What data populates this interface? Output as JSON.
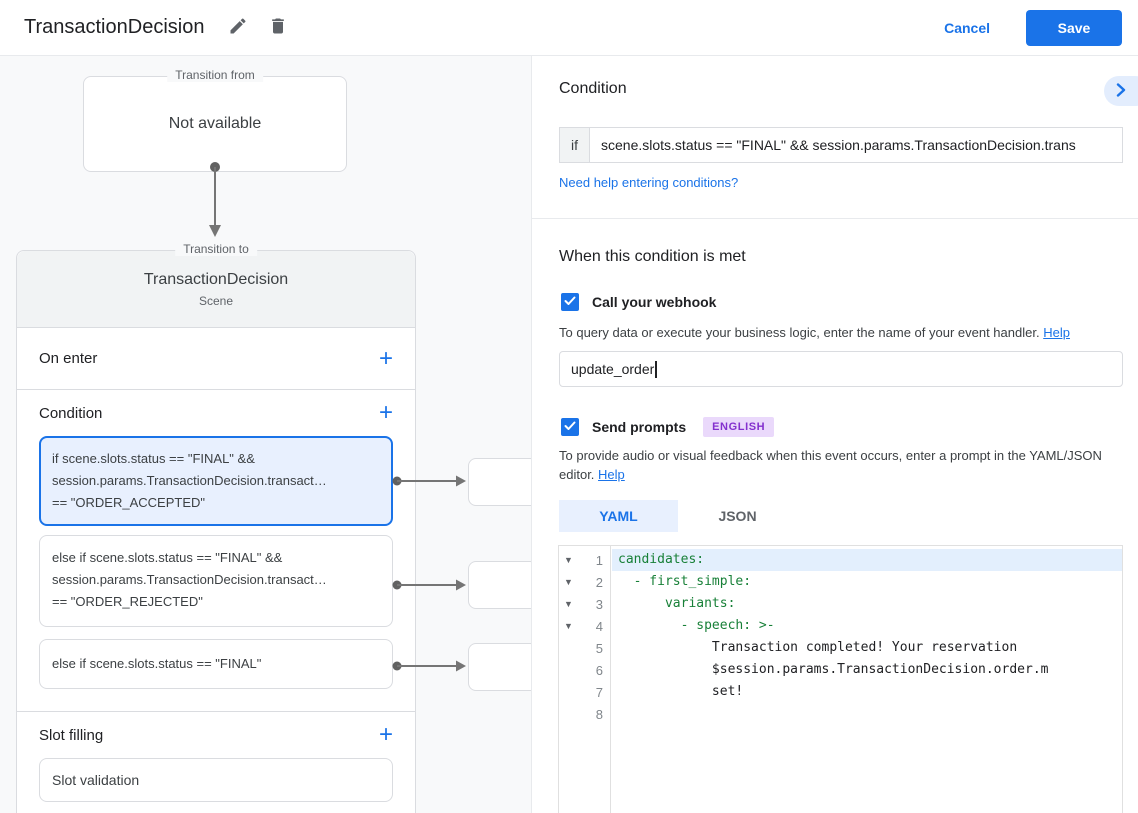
{
  "header": {
    "title": "TransactionDecision",
    "cancel_label": "Cancel",
    "save_label": "Save"
  },
  "diagram": {
    "transition_from": {
      "legend": "Transition from",
      "content": "Not available"
    },
    "transition_to": {
      "legend": "Transition to",
      "title": "TransactionDecision",
      "subtitle": "Scene",
      "on_enter": {
        "label": "On enter",
        "add_label": "+"
      },
      "condition": {
        "label": "Condition",
        "add_label": "+",
        "items": [
          {
            "selected": true,
            "lines": [
              "if scene.slots.status == \"FINAL\" &&",
              "session.params.TransactionDecision.transact…",
              "== \"ORDER_ACCEPTED\""
            ]
          },
          {
            "selected": false,
            "lines": [
              "else if scene.slots.status == \"FINAL\" &&",
              "session.params.TransactionDecision.transact…",
              "== \"ORDER_REJECTED\""
            ]
          },
          {
            "selected": false,
            "lines": [
              "else if scene.slots.status == \"FINAL\""
            ]
          }
        ]
      },
      "slot_filling": {
        "label": "Slot filling",
        "add_label": "+",
        "items": [
          {
            "label": "Slot validation"
          }
        ]
      }
    }
  },
  "panel": {
    "title": "Condition",
    "condition_row": {
      "prefix": "if",
      "value": "scene.slots.status == \"FINAL\" && session.params.TransactionDecision.trans"
    },
    "help_link": "Need help entering conditions?",
    "when_met_title": "When this condition is met",
    "webhook": {
      "label": "Call your webhook",
      "checked": true,
      "description": "To query data or execute your business logic, enter the name of your event handler.",
      "help_label": "Help",
      "value": "update_order"
    },
    "prompts": {
      "label": "Send prompts",
      "badge": "ENGLISH",
      "checked": true,
      "description": "To provide audio or visual feedback when this event occurs, enter a prompt in the YAML/JSON editor.",
      "help_label": "Help"
    },
    "tabs": [
      {
        "label": "YAML",
        "active": true
      },
      {
        "label": "JSON",
        "active": false
      }
    ],
    "editor": {
      "lines": [
        {
          "num": "1",
          "text": "candidates:",
          "type": "key",
          "fold": true,
          "highlight": true
        },
        {
          "num": "2",
          "text": "  - first_simple:",
          "type": "key",
          "fold": true
        },
        {
          "num": "3",
          "text": "      variants:",
          "type": "key",
          "fold": true
        },
        {
          "num": "4",
          "text": "        - speech: >-",
          "type": "key",
          "fold": true
        },
        {
          "num": "5",
          "text": "            Transaction completed! Your reservation",
          "type": "plain"
        },
        {
          "num": "6",
          "text": "            $session.params.TransactionDecision.order.m",
          "type": "plain"
        },
        {
          "num": "7",
          "text": "            set!",
          "type": "plain"
        },
        {
          "num": "8",
          "text": "",
          "type": "plain"
        }
      ]
    }
  },
  "colors": {
    "accent_blue": "#1a73e8",
    "selected_fill": "#e8f0fe",
    "badge_bg": "#ead9fb",
    "badge_text": "#8430ce",
    "yaml_key_green": "#188038",
    "canvas_bg": "#f8f9fa"
  }
}
